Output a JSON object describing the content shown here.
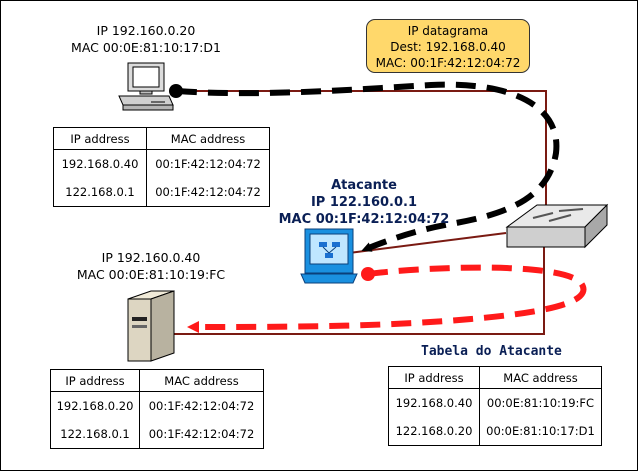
{
  "host_a": {
    "ip": "IP 192.160.0.20",
    "mac": "MAC 00:0E:81:10:17:D1"
  },
  "host_b": {
    "ip": "IP 192.160.0.40",
    "mac": "MAC 00:0E:81:10:19:FC"
  },
  "attacker": {
    "name": "Atacante",
    "ip": "IP 122.160.0.1",
    "mac": "MAC 00:1F:42:12:04:72"
  },
  "datagram": {
    "title": "IP datagrama",
    "dest": "Dest: 192.168.0.40",
    "mac": "MAC: 00:1F:42:12:04:72"
  },
  "attacker_table_title": "Tabela do Atacante",
  "tables": {
    "host_a": {
      "headers": [
        "IP address",
        "MAC address"
      ],
      "rows": [
        [
          "192.168.0.40",
          "00:1F:42:12:04:72"
        ],
        [
          "122.168.0.1",
          "00:1F:42:12:04:72"
        ]
      ]
    },
    "host_b": {
      "headers": [
        "IP address",
        "MAC address"
      ],
      "rows": [
        [
          "192.168.0.20",
          "00:1F:42:12:04:72"
        ],
        [
          "122.168.0.1",
          "00:1F:42:12:04:72"
        ]
      ]
    },
    "attacker": {
      "headers": [
        "IP address",
        "MAC address"
      ],
      "rows": [
        [
          "192.168.0.40",
          "00:0E:81:10:19:FC"
        ],
        [
          "122.168.0.20",
          "00:0E:81:10:17:D1"
        ]
      ]
    }
  },
  "colors": {
    "cable": "#7a1a12",
    "attack_path": "#ff1a1a",
    "datagram_path": "#000000",
    "callout_fill": "#ffd86b"
  },
  "icons": [
    "desktop-computer-icon",
    "network-switch-icon",
    "attacker-workstation-icon",
    "server-tower-icon"
  ]
}
